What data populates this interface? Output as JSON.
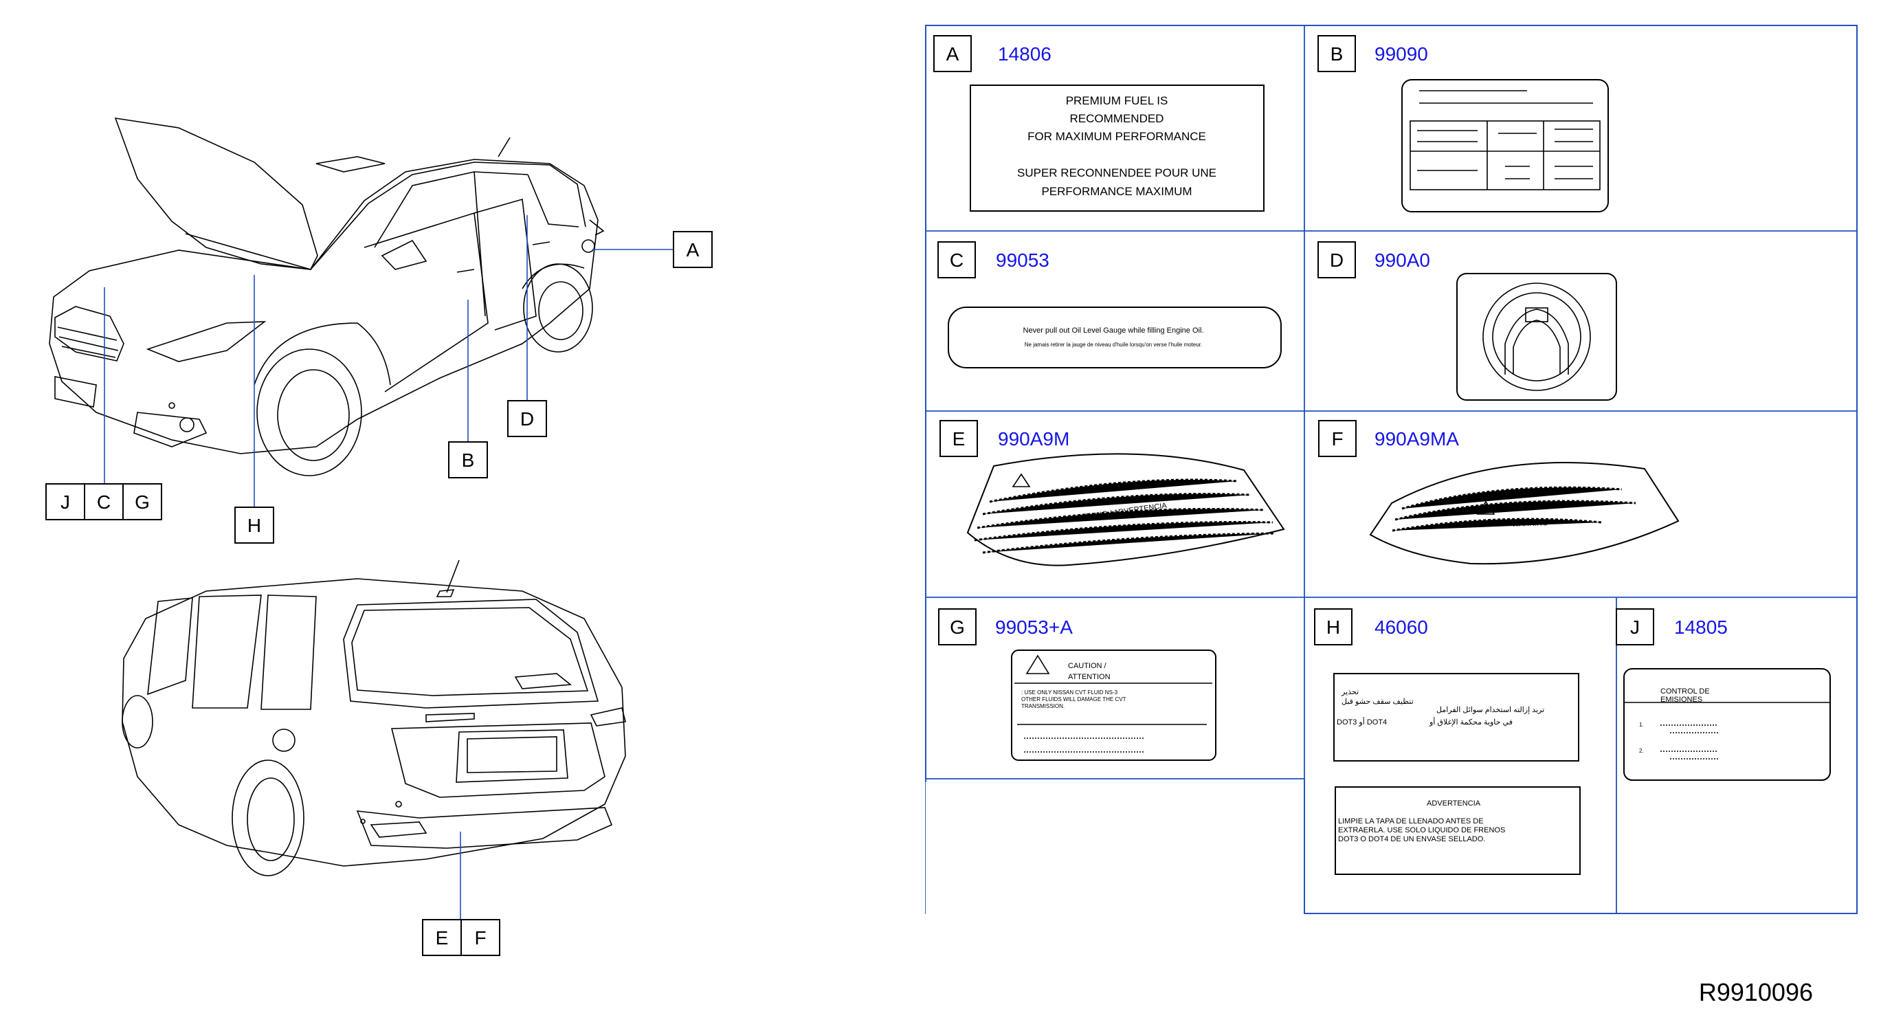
{
  "diagram_id": "R9910096",
  "callouts": {
    "A": "A",
    "B": "B",
    "C": "C",
    "D": "D",
    "E": "E",
    "F": "F",
    "G": "G",
    "H": "H",
    "J": "J"
  },
  "cells": {
    "A": {
      "letter": "A",
      "part": "14806",
      "lines": [
        "PREMIUM   FUEL   IS",
        "RECOMMENDED",
        "FOR   MAXIMUM   PERFORMANCE",
        "SUPER   RECONNENDEE   POUR   UNE",
        "PERFORMANCE   MAXIMUM"
      ]
    },
    "B": {
      "letter": "B",
      "part": "99090"
    },
    "C": {
      "letter": "C",
      "part": "99053",
      "line1": "Never   pull   out   Oil   Level   Gauge   while   filling   Engine   Oil.",
      "line2": "Ne   jamais   retirer   la   jauge   de   niveau   d'huile   lorsqu'on   verse   l'huile   moteur."
    },
    "D": {
      "letter": "D",
      "part": "990A0"
    },
    "E": {
      "letter": "E",
      "part": "990A9M",
      "title": "WARNING / ADVERTENCIA"
    },
    "F": {
      "letter": "F",
      "part": "990A9MA",
      "title": "WARNING"
    },
    "G": {
      "letter": "G",
      "part": "99053+A",
      "head1": "CAUTION   /",
      "head2": "ATTENTION",
      "l1": ": USE   ONLY   NISSAN   CVT   FLUID   NS-3",
      "l2": "OTHER   FLUIDS   WILL   DAMAGE   THE   CVT",
      "l3": "TRANSMISSION."
    },
    "H": {
      "letter": "H",
      "part": "46060",
      "ar1": "تحذير",
      "ar2": "تنظيف  سقف  حشو  قبل",
      "ar3": "تريد  إزالته  استخدام  سوائل  الفرامل",
      "ar4": "في  حاوية  محكمة  الإغلاق  أو",
      "dot": "DOT3   أو   DOT4",
      "es_head": "ADVERTENCIA",
      "es1": "LIMPIE   LA   TAPA   DE   LLENADO   ANTES   DE",
      "es2": "EXTRAERLA.   USE   SOLO   LIQUIDO   DE   FRENOS",
      "es3": "DOT3   O   DOT4   DE   UN   ENVASE   SELLADO."
    },
    "J": {
      "letter": "J",
      "part": "14805",
      "l1": "CONTROL   DE",
      "l2": "EMISIONES",
      "n1": "1.",
      "n2": "2."
    }
  }
}
